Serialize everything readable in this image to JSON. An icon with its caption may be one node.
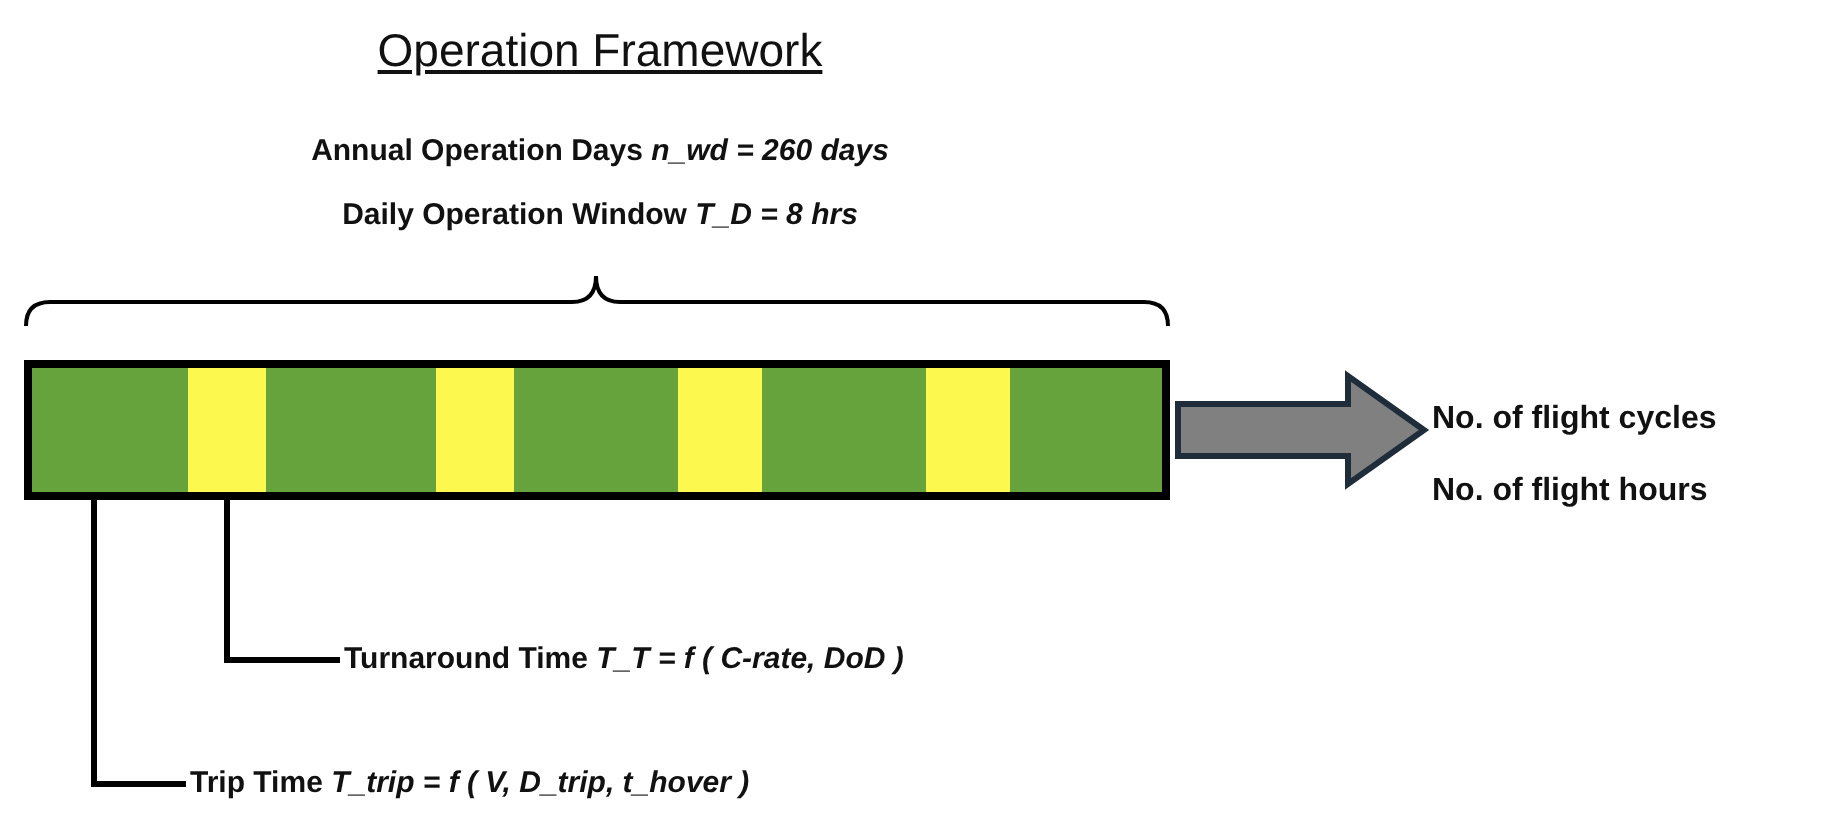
{
  "diagram": {
    "title": "Operation Framework",
    "nodes": [
      {
        "text": [],
        "shape": "bar"
      },
      {
        "text": [],
        "shape": "box",
        "in": 0
      },
      {
        "text": [],
        "shape": "box",
        "in": 0
      },
      {
        "text": [],
        "shape": "box",
        "in": 0
      },
      {
        "text": [],
        "shape": "box",
        "in": 0
      },
      {
        "text": [],
        "shape": "box",
        "in": 0
      },
      {
        "text": [],
        "shape": "box",
        "in": 0
      },
      {
        "text": [],
        "shape": "box",
        "in": 0
      },
      {
        "text": [],
        "shape": "box",
        "in": 0
      },
      {
        "text": [],
        "shape": "box",
        "in": 0
      },
      {
        "text": [
          "Turnaround Time *T_T = f ( C-rate, DoD )*"
        ]
      },
      {
        "text": [
          "Trip Time *T_trip = f ( V, D_trip, t_hover )*"
        ]
      },
      {
        "text": [
          "No. of flight cycles",
          "No. of flight hours"
        ]
      }
    ],
    "edges": [
      {
        "from": 10,
        "to": 2,
        "arrow": "none"
      },
      {
        "from": 11,
        "to": 1,
        "arrow": "none"
      },
      {
        "from": 0,
        "to": 12,
        "arrow": "to",
        "style": "thick"
      }
    ],
    "labels": [
      "Annual Operation Days *n_wd = 260 days*",
      "Daily Operation Window *T_D = 8 hrs*"
    ]
  }
}
